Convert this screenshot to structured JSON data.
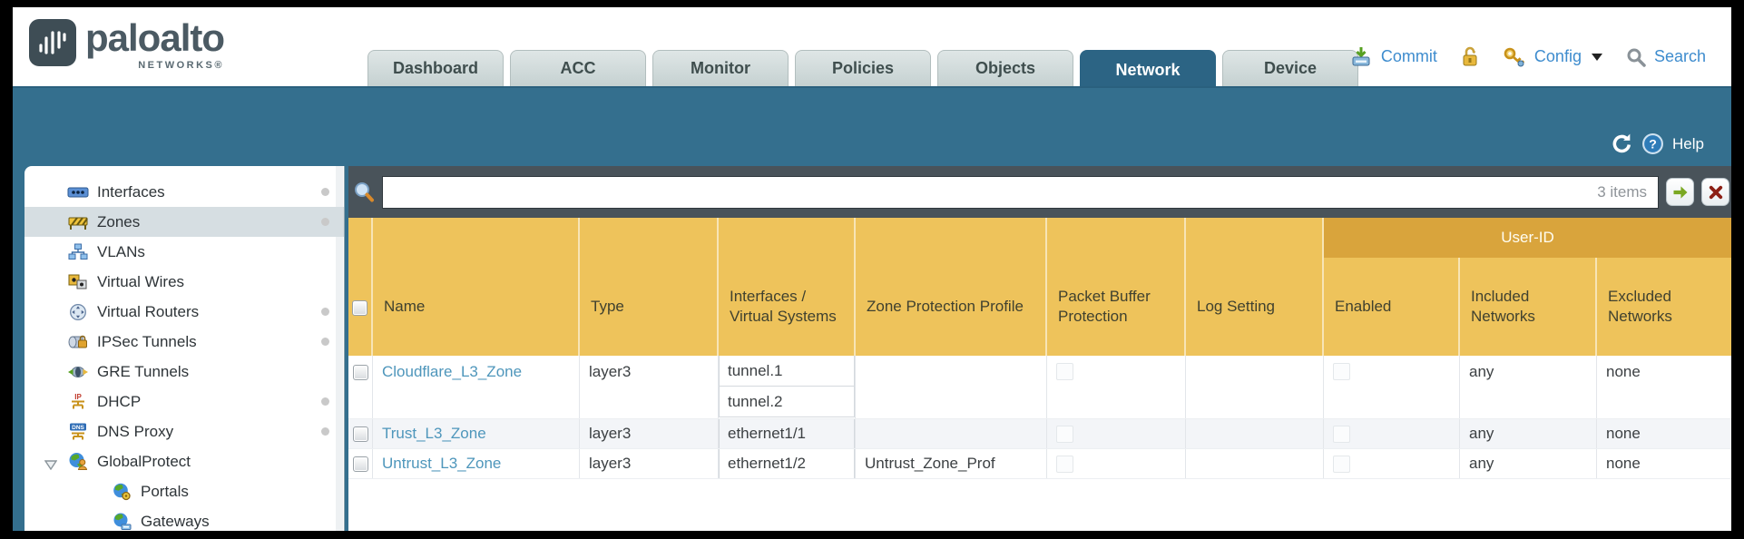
{
  "brand": {
    "wordmark": "paloalto",
    "subtext": "NETWORKS®"
  },
  "nav_tabs": [
    {
      "label": "Dashboard",
      "active": false
    },
    {
      "label": "ACC",
      "active": false
    },
    {
      "label": "Monitor",
      "active": false
    },
    {
      "label": "Policies",
      "active": false
    },
    {
      "label": "Objects",
      "active": false
    },
    {
      "label": "Network",
      "active": true
    },
    {
      "label": "Device",
      "active": false
    }
  ],
  "top_actions": {
    "commit": "Commit",
    "config": "Config",
    "search": "Search"
  },
  "band": {
    "help": "Help"
  },
  "sidebar": {
    "items": [
      {
        "label": "Interfaces",
        "has_status_dot": true
      },
      {
        "label": "Zones",
        "has_status_dot": true,
        "selected": true
      },
      {
        "label": "VLANs",
        "has_status_dot": false
      },
      {
        "label": "Virtual Wires",
        "has_status_dot": false
      },
      {
        "label": "Virtual Routers",
        "has_status_dot": true
      },
      {
        "label": "IPSec Tunnels",
        "has_status_dot": true
      },
      {
        "label": "GRE Tunnels",
        "has_status_dot": false
      },
      {
        "label": "DHCP",
        "has_status_dot": true
      },
      {
        "label": "DNS Proxy",
        "has_status_dot": true
      },
      {
        "label": "GlobalProtect",
        "expanded": true
      },
      {
        "label": "Portals",
        "child": true
      },
      {
        "label": "Gateways",
        "child": true
      }
    ]
  },
  "filter": {
    "value": "",
    "items_count": "3 items"
  },
  "table": {
    "group_header": "User-ID",
    "columns": {
      "name": "Name",
      "type": "Type",
      "interfaces": "Interfaces / Virtual Systems",
      "zpp": "Zone Protection Profile",
      "pbp": "Packet Buffer Protection",
      "log": "Log Setting",
      "enabled": "Enabled",
      "included": "Included Networks",
      "excluded": "Excluded Networks"
    },
    "rows": [
      {
        "name": "Cloudflare_L3_Zone",
        "type": "layer3",
        "interfaces": [
          "tunnel.1",
          "tunnel.2"
        ],
        "zone_protection_profile": "",
        "log_setting": "",
        "included_networks": "any",
        "excluded_networks": "none"
      },
      {
        "name": "Trust_L3_Zone",
        "type": "layer3",
        "interfaces": [
          "ethernet1/1"
        ],
        "zone_protection_profile": "",
        "log_setting": "",
        "included_networks": "any",
        "excluded_networks": "none"
      },
      {
        "name": "Untrust_L3_Zone",
        "type": "layer3",
        "interfaces": [
          "ethernet1/2"
        ],
        "zone_protection_profile": "Untrust_Zone_Prof",
        "log_setting": "",
        "included_networks": "any",
        "excluded_networks": "none"
      }
    ]
  },
  "colors": {
    "band_teal": "#346f8e",
    "header_orange": "#eec35b",
    "userid_band": "#d9a43c",
    "link_blue": "#4e96bb",
    "action_blue": "#3e8cce",
    "searchbar_slate": "#49535a"
  }
}
